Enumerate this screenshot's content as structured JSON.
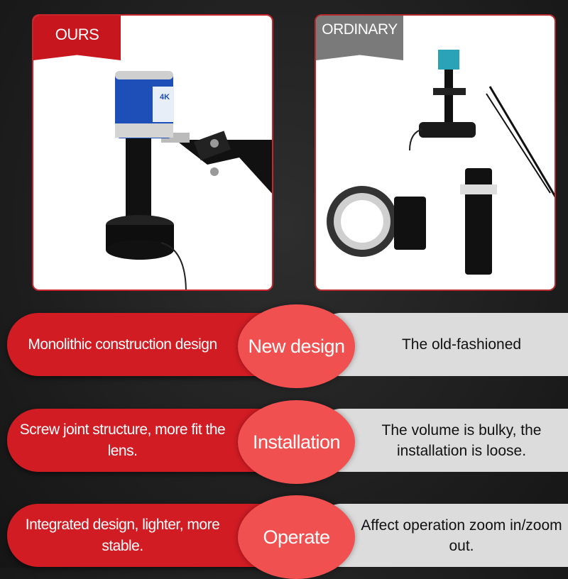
{
  "cards": {
    "ours": {
      "label": "OURS"
    },
    "ordinary": {
      "label": "ORDINARY"
    }
  },
  "camera_badge": "4K",
  "comparisons": [
    {
      "ours": "Monolithic construction design",
      "feature": "New design",
      "ordinary": "The old-fashioned"
    },
    {
      "ours": "Screw joint structure, more fit the lens.",
      "feature": "Installation",
      "ordinary": "The volume is bulky, the installation is loose."
    },
    {
      "ours": "Integrated design, lighter, more stable.",
      "feature": "Operate",
      "ordinary": "Affect operation zoom in/zoom out."
    }
  ],
  "colors": {
    "ours_red": "#d21c24",
    "feature_circle": "#f0504f",
    "ordinary_grey": "#dcdcdc",
    "background": "#1c1c1c"
  }
}
